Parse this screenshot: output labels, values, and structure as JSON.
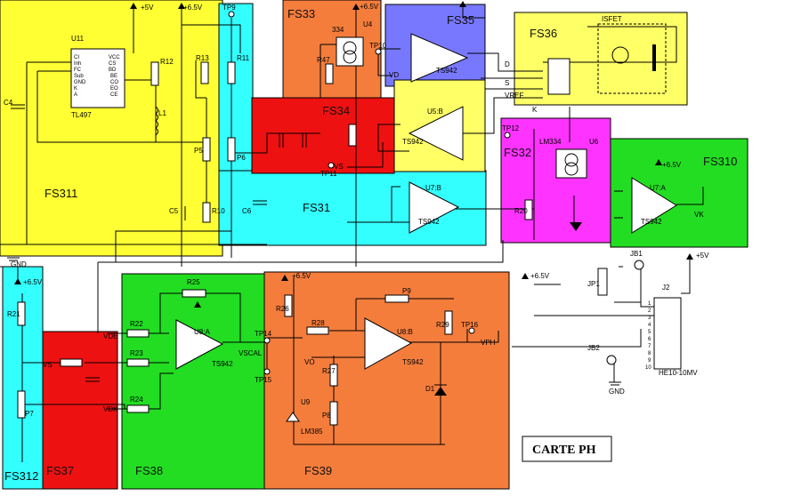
{
  "title": "CARTE PH",
  "blocks": [
    {
      "label": "FS311",
      "color": "#ffff33"
    },
    {
      "label": "FS31",
      "color": "#33ffff"
    },
    {
      "label": "FS33",
      "color": "#f47d3c"
    },
    {
      "label": "FS34",
      "color": "#ee1111"
    },
    {
      "label": "FS35",
      "color": "#7878ff"
    },
    {
      "label": "FS36",
      "color": "#ffff66"
    },
    {
      "label": "FS32",
      "color": "#ff33ff"
    },
    {
      "label": "FS310",
      "color": "#22dd22"
    },
    {
      "label": "FS312",
      "color": "#33ffff"
    },
    {
      "label": "FS37",
      "color": "#ee1111"
    },
    {
      "label": "FS38",
      "color": "#22dd22"
    },
    {
      "label": "FS39",
      "color": "#f47d3c"
    }
  ],
  "labels": {
    "p5v_1": "+5V",
    "p65v_1": "+6.5V",
    "tp9": "TP9",
    "u11": "U11",
    "tl497": "TL497",
    "c4": "C4",
    "r12": "R12",
    "r13": "R13",
    "l1": "L1",
    "p5": "P5",
    "p6": "P6",
    "r11": "R11",
    "c5": "C5",
    "r10": "R10",
    "c6": "C6",
    "gnd_1": "GND",
    "u4": "U4",
    "v334": "334",
    "p65v_2": "+6.5V",
    "r47": "R47",
    "tp10": "TP10",
    "vd": "VD",
    "ts942_1": "TS942",
    "d": "D",
    "s": "S",
    "vref": "VREF",
    "k": "K",
    "isfet": "ISFET",
    "u5b": "U5:B",
    "ts942_2": "TS942",
    "tp11": "TP11",
    "vs": "VS",
    "u7b": "U7:B",
    "ts942_3": "TS942",
    "tp12": "TP12",
    "lm334": "LM334",
    "u6": "U6",
    "u7a": "U7:A",
    "ts942_4": "TS942",
    "vk": "VK",
    "p65v_3": "+6.5V",
    "jb1": "JB1",
    "p5v_2": "+5V",
    "jp1": "JP1",
    "j2": "J2",
    "jb2": "JB2",
    "gnd_2": "GND",
    "he10": "HE10-10MV",
    "r21": "R21",
    "p7": "P7",
    "p65v_4": "+6.5V",
    "r25": "R25",
    "r22": "R22",
    "r23": "R23",
    "r24": "R24",
    "u8a": "U8:A",
    "ts942_5": "TS942",
    "vde": "VDE",
    "vs2": "VS",
    "vdk": "VDK",
    "tp14": "TP14",
    "tp15": "TP15",
    "vscal": "VSCAL",
    "r26": "R26",
    "p65v_5": "+6.5V",
    "r28": "R28",
    "p9": "P9",
    "r29": "R29",
    "tp16": "TP16",
    "vph": "VPH",
    "u8b": "U8:B",
    "ts942_6": "TS942",
    "vo": "VO",
    "r27": "R27",
    "u9": "U9",
    "lm385": "LM385",
    "p8": "P8",
    "d1": "D1",
    "r20": "R20",
    "p65v_6": "+6.5V"
  }
}
